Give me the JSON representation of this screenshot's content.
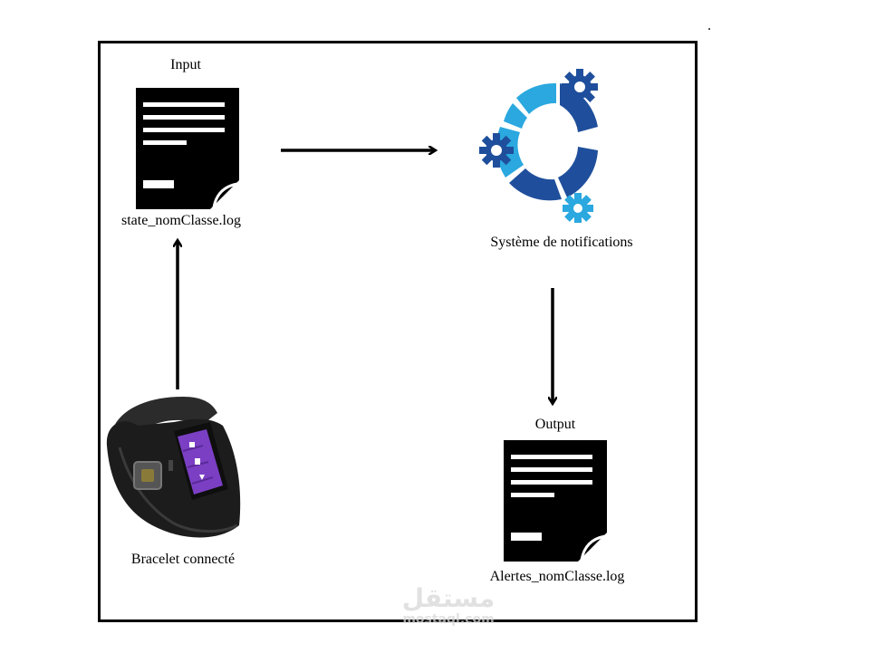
{
  "diagram": {
    "labels": {
      "input": "Input",
      "input_file": "state_nomClasse.log",
      "system": "Système de  notifications",
      "output": "Output",
      "output_file": "Alertes_nomClasse.log",
      "device": "Bracelet connecté"
    },
    "flow": [
      {
        "from": "Bracelet connecté",
        "to": "state_nomClasse.log"
      },
      {
        "from": "state_nomClasse.log",
        "to": "Système de  notifications"
      },
      {
        "from": "Système de  notifications",
        "to": "Alertes_nomClasse.log"
      }
    ],
    "icons": {
      "input_file": "document-icon",
      "system": "gears-icon",
      "device": "smart-bracelet-icon",
      "output_file": "document-icon"
    },
    "colors": {
      "frame": "#000000",
      "document": "#000000",
      "gear_dark_blue": "#1f4f9c",
      "gear_light_blue": "#2aa8df",
      "band_screen": "#7b3fc4"
    }
  },
  "watermark": {
    "arabic": "مستقل",
    "latin": "mostaql.com"
  }
}
